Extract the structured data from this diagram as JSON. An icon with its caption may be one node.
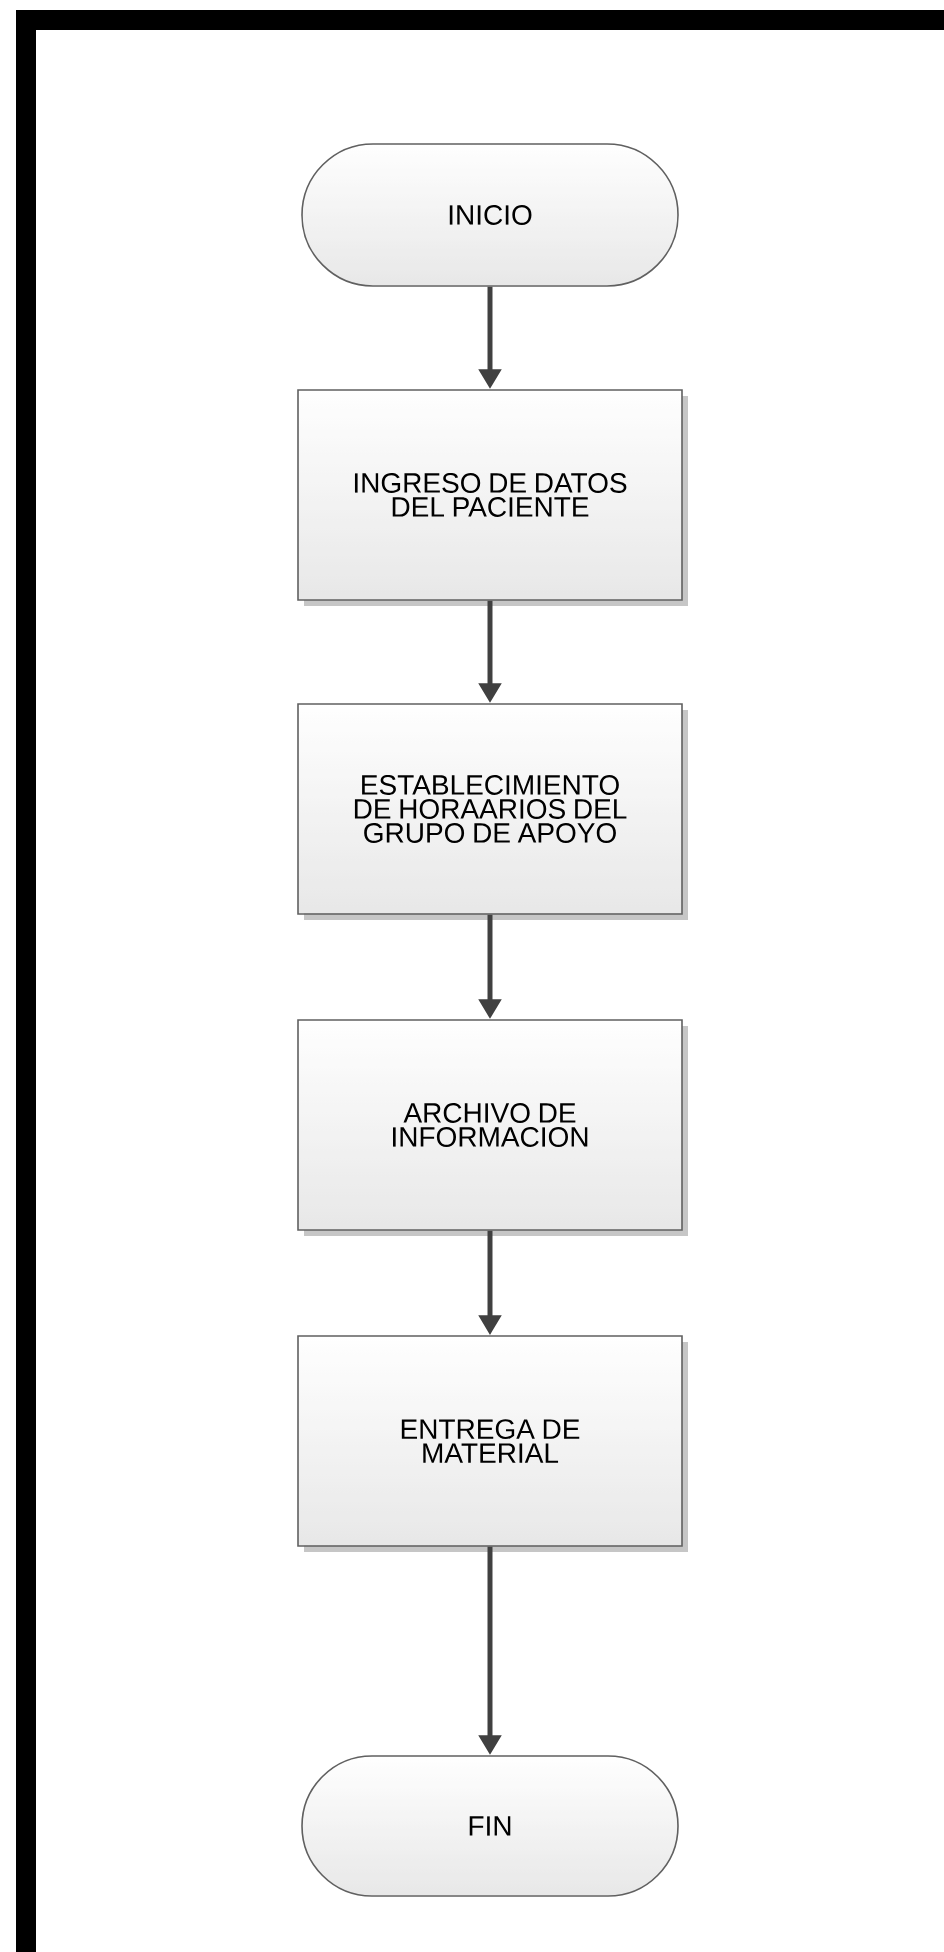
{
  "diagram": {
    "nodes": [
      {
        "text": [
          "INICIO"
        ]
      },
      {
        "text": [
          "INGRESO DE DATOS DEL PACIENTE"
        ]
      },
      {
        "text": [
          "ESTABLECIMIENTO DE HORAARIOS DEL GRUPO DE APOYO"
        ]
      },
      {
        "text": [
          "ARCHIVO DE INFORMACION"
        ]
      },
      {
        "text": [
          "ENTREGA DE MATERIAL"
        ]
      },
      {
        "text": [
          "FIN"
        ]
      }
    ],
    "edges": [
      {
        "from": 0,
        "to": 1,
        "arrow": "to"
      },
      {
        "from": 1,
        "to": 2,
        "arrow": "to"
      },
      {
        "from": 2,
        "to": 3,
        "arrow": "to"
      },
      {
        "from": 3,
        "to": 4,
        "arrow": "to"
      },
      {
        "from": 4,
        "to": 5,
        "arrow": "to"
      }
    ]
  }
}
